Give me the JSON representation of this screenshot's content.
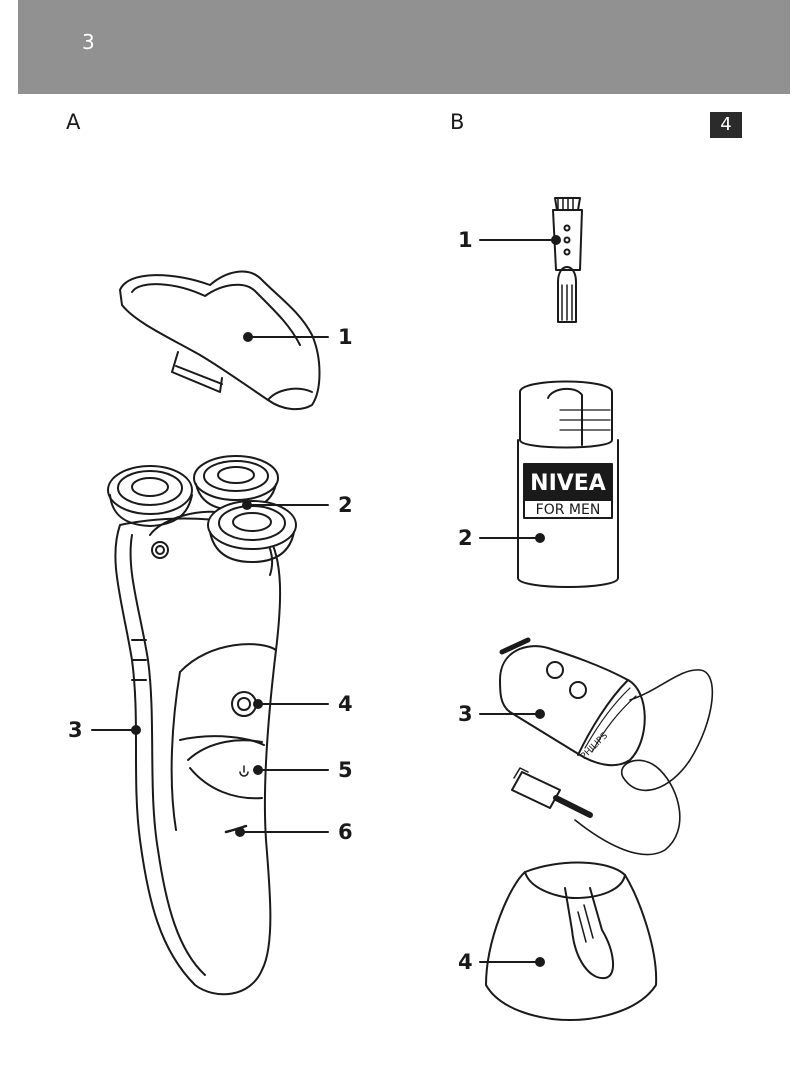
{
  "header": {
    "page_number": "3"
  },
  "sections": {
    "a_label": "A",
    "b_label": "B",
    "language_badge": "4"
  },
  "figure_a": {
    "callouts": [
      {
        "id": "a1",
        "label": "1"
      },
      {
        "id": "a2",
        "label": "2"
      },
      {
        "id": "a3",
        "label": "3"
      },
      {
        "id": "a4",
        "label": "4"
      },
      {
        "id": "a5",
        "label": "5"
      },
      {
        "id": "a6",
        "label": "6"
      }
    ]
  },
  "figure_b": {
    "callouts": [
      {
        "id": "b1",
        "label": "1"
      },
      {
        "id": "b2",
        "label": "2"
      },
      {
        "id": "b3",
        "label": "3"
      },
      {
        "id": "b4",
        "label": "4"
      }
    ],
    "bottle_brand": "NIVEA",
    "bottle_subtitle": "FOR MEN",
    "adapter_brand": "PHILIPS"
  },
  "colors": {
    "header_bar": "#919191",
    "badge_bg": "#2b2b2b",
    "line_art": "#1a1a1a"
  }
}
